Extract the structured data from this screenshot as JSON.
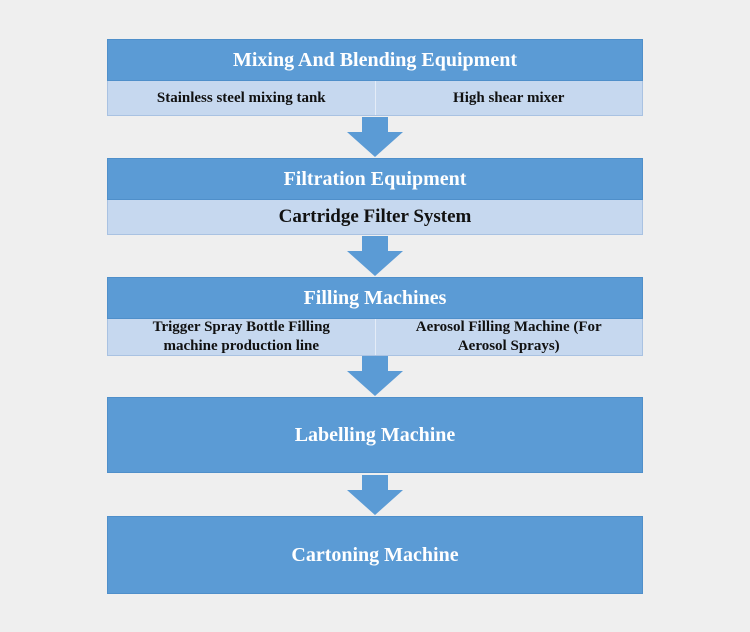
{
  "stages": [
    {
      "title": "Mixing And Blending Equipment",
      "items": [
        "Stainless steel mixing tank",
        "High shear mixer"
      ]
    },
    {
      "title": "Filtration Equipment",
      "items": [
        "Cartridge Filter System"
      ]
    },
    {
      "title": "Filling Machines",
      "items": [
        "Trigger Spray Bottle Filling machine production line",
        "Aerosol Filling Machine (For Aerosol Sprays)"
      ]
    },
    {
      "title": "Labelling Machine",
      "items": []
    },
    {
      "title": "Cartoning Machine",
      "items": []
    }
  ],
  "colors": {
    "header": "#5b9bd5",
    "sub": "#c6d8ef",
    "arrow": "#5b9bd5",
    "background": "#efefef"
  }
}
